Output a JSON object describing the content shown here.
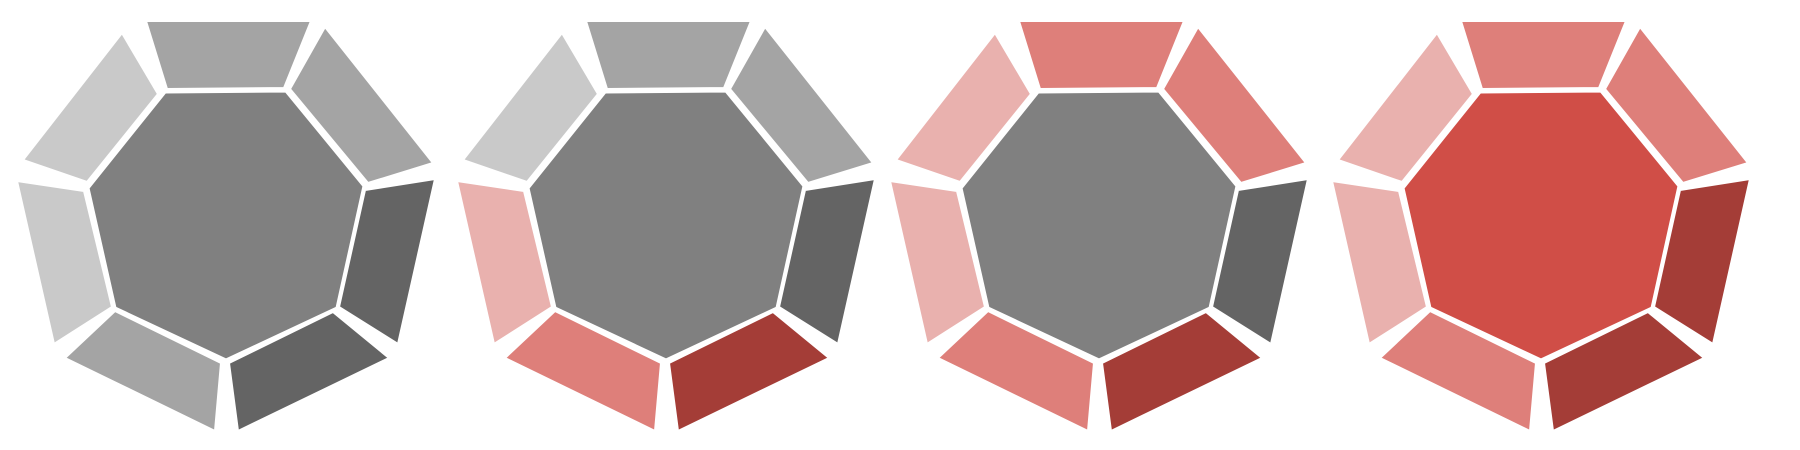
{
  "palette": {
    "center_gray": "#808080",
    "light_gray": "#c9c9c9",
    "mid_gray": "#a4a4a4",
    "dark_gray": "#646464",
    "light_red": "#e9b1ae",
    "mid_red": "#de7f7a",
    "red": "#d04e47",
    "dark_red": "#a43d37",
    "outline": "#ffffff"
  },
  "figures": [
    {
      "id": "figure-1",
      "center": "center_gray",
      "segments": {
        "top": "mid_gray",
        "upper-left": "light_gray",
        "upper-right": "mid_gray",
        "lower-left": "light_gray",
        "right": "dark_gray",
        "bottom-left": "mid_gray",
        "bottom-right": "dark_gray"
      }
    },
    {
      "id": "figure-2",
      "center": "center_gray",
      "segments": {
        "top": "mid_gray",
        "upper-left": "light_gray",
        "upper-right": "mid_gray",
        "lower-left": "light_red",
        "right": "dark_gray",
        "bottom-left": "mid_red",
        "bottom-right": "dark_red"
      }
    },
    {
      "id": "figure-3",
      "center": "center_gray",
      "segments": {
        "top": "mid_red",
        "upper-left": "light_red",
        "upper-right": "mid_red",
        "lower-left": "light_red",
        "right": "dark_gray",
        "bottom-left": "mid_red",
        "bottom-right": "dark_red"
      }
    },
    {
      "id": "figure-4",
      "center": "red",
      "segments": {
        "top": "mid_red",
        "upper-left": "light_red",
        "upper-right": "mid_red",
        "lower-left": "light_red",
        "right": "dark_red",
        "bottom-left": "mid_red",
        "bottom-right": "dark_red"
      }
    }
  ]
}
